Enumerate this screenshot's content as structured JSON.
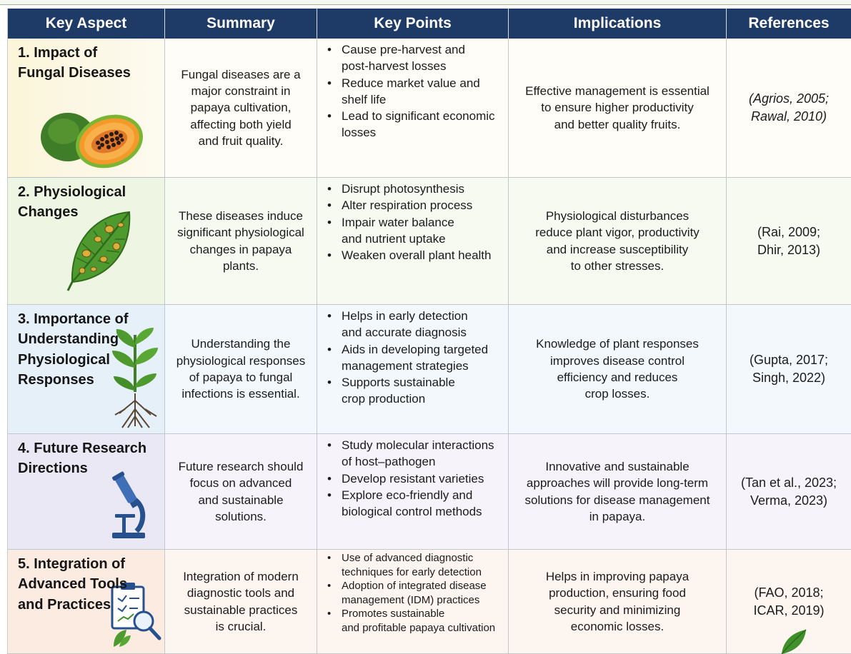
{
  "header": {
    "col1": "Key Aspect",
    "col2": "Summary",
    "col3": "Key Points",
    "col4": "Implications",
    "col5": "References"
  },
  "rows": [
    {
      "aspect": [
        "1. Impact of",
        "Fungal Diseases"
      ],
      "illustration": "papaya-fruit-icon",
      "summary": [
        "Fungal diseases are a",
        "major constraint in",
        "papaya cultivation,",
        "affecting both yield",
        "and fruit quality."
      ],
      "points": [
        [
          "Cause pre-harvest and",
          "post-harvest losses"
        ],
        [
          "Reduce market value and",
          "shelf life"
        ],
        [
          "Lead to significant economic",
          "losses"
        ]
      ],
      "implications": [
        "Effective management is essential",
        "to ensure higher productivity",
        "and better quality fruits."
      ],
      "references": [
        "(Agrios, 2005;",
        "Rawal, 2010)"
      ]
    },
    {
      "aspect": [
        "2. Physiological",
        "Changes"
      ],
      "illustration": "diseased-leaf-icon",
      "summary": [
        "These diseases induce",
        "significant physiological",
        "changes in papaya",
        "plants."
      ],
      "points": [
        [
          "Disrupt photosynthesis"
        ],
        [
          "Alter respiration process"
        ],
        [
          "Impair water balance",
          "and nutrient uptake"
        ],
        [
          "Weaken overall plant health"
        ]
      ],
      "implications": [
        "Physiological disturbances",
        "reduce plant vigor, productivity",
        "and increase susceptibility",
        "to other stresses."
      ],
      "references": [
        "(Rai, 2009;",
        "Dhir, 2013)"
      ]
    },
    {
      "aspect": [
        "3. Importance of",
        "Understanding",
        "Physiological",
        "Responses"
      ],
      "illustration": "seedling-icon",
      "summary": [
        "Understanding the",
        "physiological responses",
        "of papaya to fungal",
        "infections is essential."
      ],
      "points": [
        [
          "Helps in early detection",
          "and accurate diagnosis"
        ],
        [
          "Aids in developing targeted",
          "management strategies"
        ],
        [
          "Supports sustainable",
          "crop production"
        ]
      ],
      "implications": [
        "Knowledge of plant responses",
        "improves disease control",
        "efficiency and reduces",
        "crop losses."
      ],
      "references": [
        "(Gupta, 2017;",
        "Singh, 2022)"
      ]
    },
    {
      "aspect": [
        "4. Future Research",
        "Directions"
      ],
      "illustration": "microscope-icon",
      "summary": [
        "Future research should",
        "focus on advanced",
        "and sustainable",
        "solutions."
      ],
      "points": [
        [
          "Study molecular interactions",
          "of host–pathogen"
        ],
        [
          "Develop resistant varieties"
        ],
        [
          "Explore eco-friendly and",
          "biological control methods"
        ]
      ],
      "implications": [
        "Innovative and sustainable",
        "approaches will provide long-term",
        "solutions for disease management",
        "in papaya."
      ],
      "references": [
        "(Tan et al., 2023;",
        "Verma, 2023)"
      ]
    },
    {
      "aspect": [
        "5. Integration of",
        "Advanced Tools",
        "and Practices"
      ],
      "illustration": "clipboard-magnifier-icon",
      "summary": [
        "Integration of modern",
        "diagnostic tools and",
        "sustainable practices",
        "is crucial."
      ],
      "points": [
        [
          "Use of advanced diagnostic",
          "techniques for early detection"
        ],
        [
          "Adoption of integrated disease",
          "management (IDM) practices"
        ],
        [
          "Promotes sustainable",
          "and profitable papaya cultivation"
        ]
      ],
      "implications": [
        "Helps in improving papaya",
        "production, ensuring food",
        "security and minimizing",
        "economic losses."
      ],
      "references": [
        "(FAO, 2018;",
        "ICAR, 2019)"
      ]
    }
  ]
}
